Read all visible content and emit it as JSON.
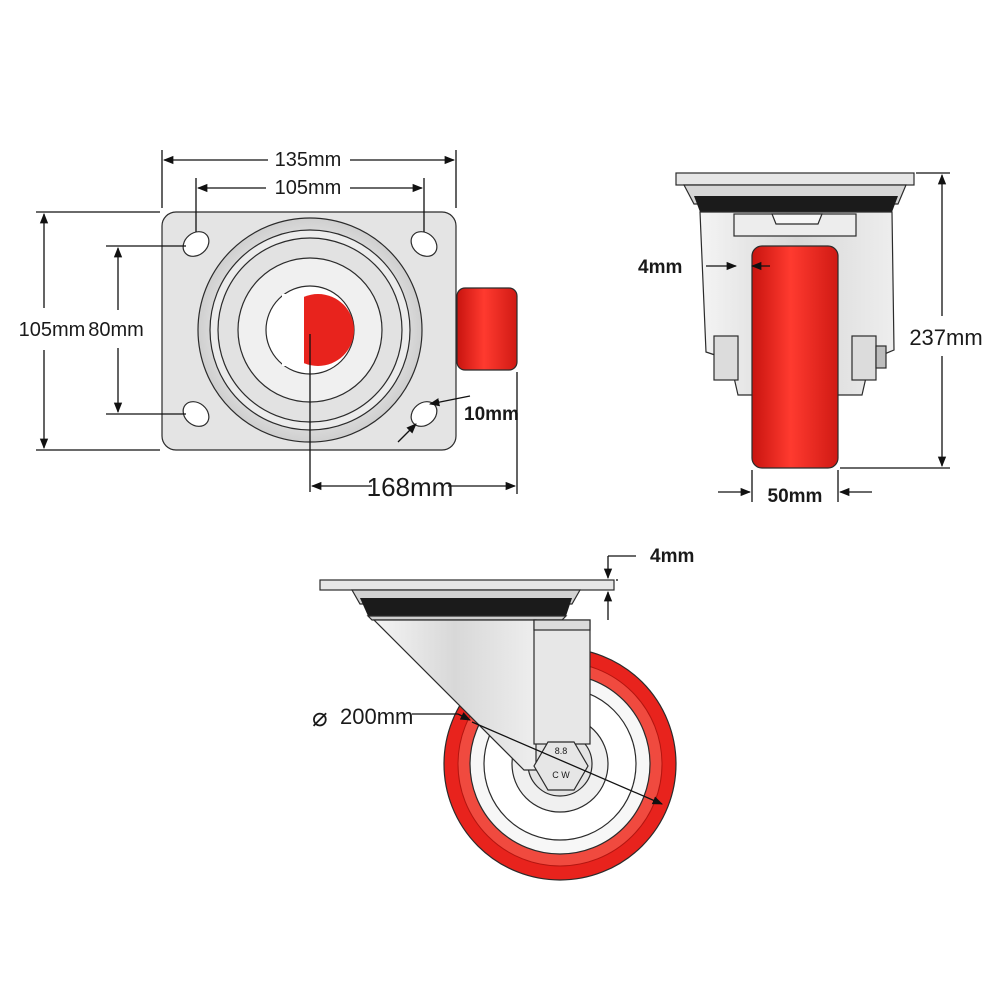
{
  "top_view": {
    "plate_width": "135mm",
    "hole_spacing_x": "105mm",
    "plate_height": "105mm",
    "hole_spacing_y": "80mm",
    "hole_size": "10mm",
    "swivel_offset": "168mm"
  },
  "front_view": {
    "fork_thickness": "4mm",
    "overall_height": "237mm",
    "wheel_width": "50mm"
  },
  "side_view": {
    "plate_thickness": "4mm",
    "wheel_diameter": "200mm",
    "hub_marks": [
      "8.8",
      "C W"
    ]
  },
  "colors": {
    "wheel_red": "#e8231d",
    "metal_light": "#e6e6e6",
    "metal_mid": "#cfcfcf",
    "rubber_black": "#1b1b1b"
  }
}
